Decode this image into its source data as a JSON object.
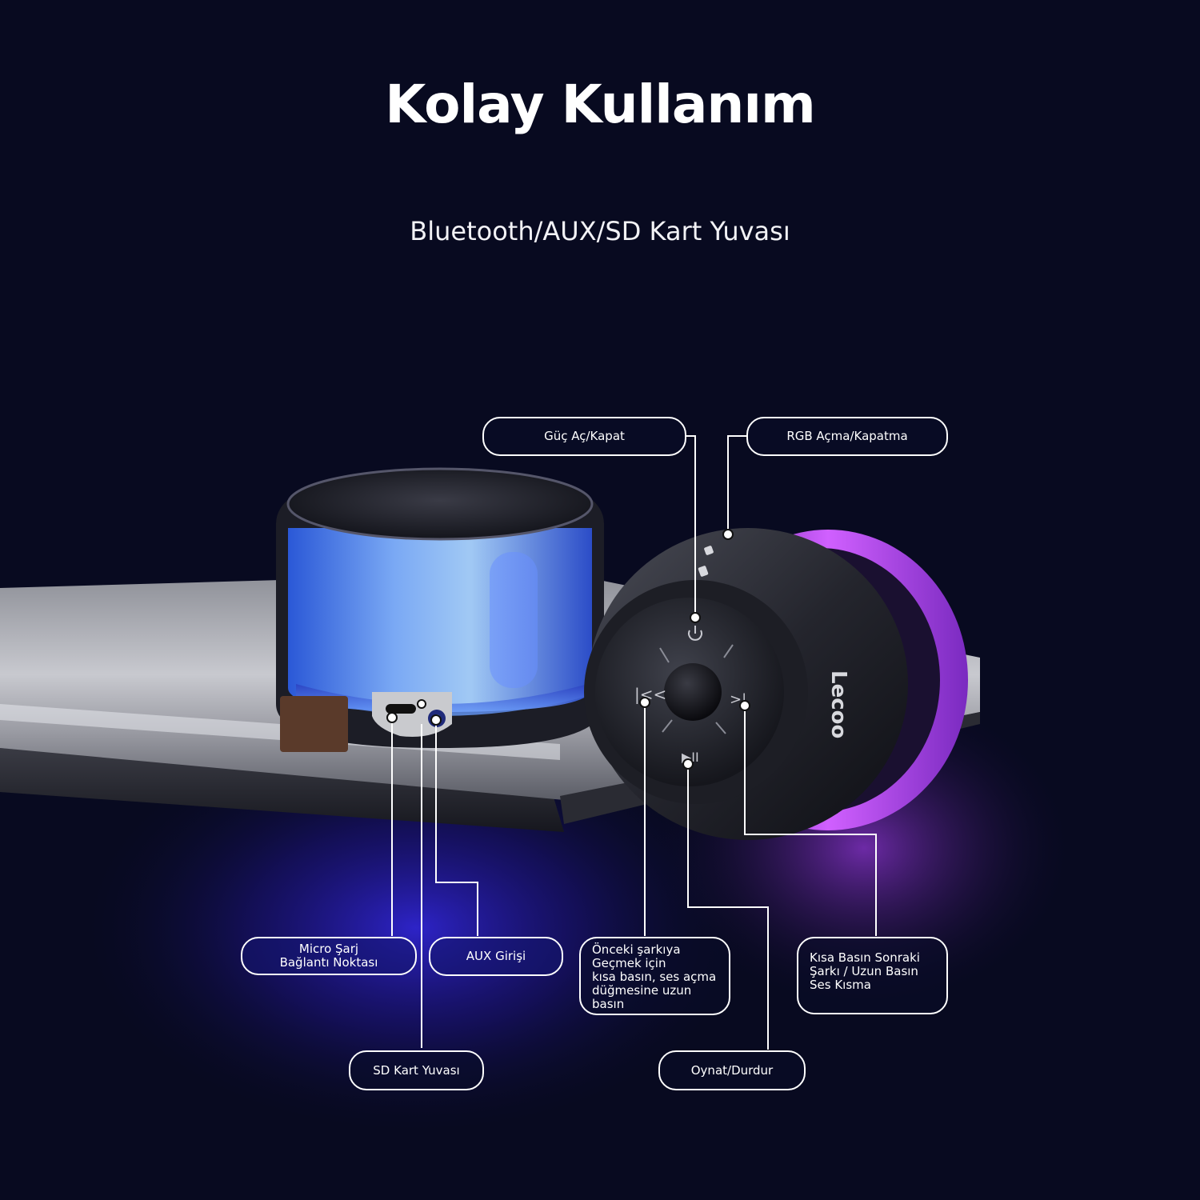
{
  "heading": {
    "title": "Kolay Kullanım",
    "subtitle": "Bluetooth/AUX/SD Kart Yuvası"
  },
  "callouts": {
    "power": "Güç Aç/Kapat",
    "rgb": "RGB Açma/Kapatma",
    "micro_charge": "Micro Şarj\nBağlantı Noktası",
    "aux": "AUX Girişi",
    "previous": "Önceki şarkıya\nGeçmek için\nkısa basın, ses açma\ndüğmesine uzun\nbasın",
    "next": "Kısa Basın Sonraki\nŞarkı / Uzun Basın\nSes Kısma",
    "sd_card": "SD Kart Yuvası",
    "play_pause": "Oynat/Durdur"
  },
  "brand": {
    "logo_text": "Lecoo"
  },
  "colors": {
    "background": "#080a20",
    "speaker_glow_blue": "#3a78ff",
    "speaker_glow_purple": "#c040ff",
    "callout_border": "#ffffff"
  }
}
